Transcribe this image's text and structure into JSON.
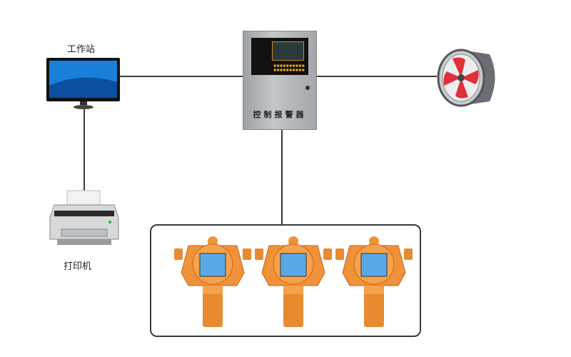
{
  "labels": {
    "workstation": "工作站",
    "printer": "打印机",
    "controller_panel": "控制报警器"
  },
  "nodes": [
    {
      "id": "workstation",
      "icon": "monitor-icon"
    },
    {
      "id": "printer",
      "icon": "printer-icon"
    },
    {
      "id": "controller",
      "icon": "alarm-controller-icon"
    },
    {
      "id": "fan",
      "icon": "exhaust-fan-icon"
    },
    {
      "id": "detectors",
      "icon": "gas-detector-icon",
      "count": 3
    }
  ],
  "edges": [
    [
      "workstation",
      "controller"
    ],
    [
      "controller",
      "fan"
    ],
    [
      "workstation",
      "printer"
    ],
    [
      "controller",
      "detectors"
    ]
  ],
  "colors": {
    "line": "#3a3a3a",
    "detector": "#f0923a",
    "controller": "#a9acb0",
    "fan_blade": "#e0303a"
  }
}
